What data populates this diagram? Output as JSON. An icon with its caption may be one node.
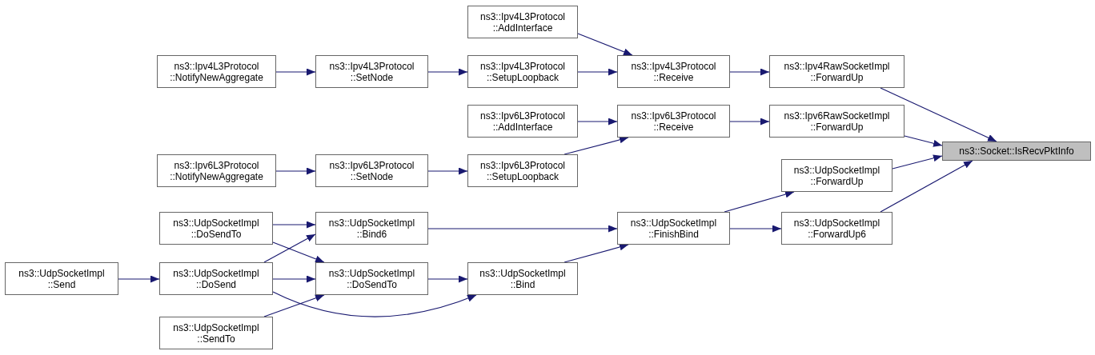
{
  "diagram": {
    "nodes": [
      {
        "text": [
          "ns3::Socket::IsRecvPktInfo"
        ]
      },
      {
        "text": [
          "ns3::Ipv4RawSocketImpl ::ForwardUp"
        ]
      },
      {
        "text": [
          "ns3::Ipv4L3Protocol ::Receive"
        ]
      },
      {
        "text": [
          "ns3::Ipv4L3Protocol ::AddInterface"
        ]
      },
      {
        "text": [
          "ns3::Ipv4L3Protocol ::SetupLoopback"
        ]
      },
      {
        "text": [
          "ns3::Ipv4L3Protocol ::SetNode"
        ]
      },
      {
        "text": [
          "ns3::Ipv4L3Protocol ::NotifyNewAggregate"
        ]
      },
      {
        "text": [
          "ns3::Ipv6RawSocketImpl ::ForwardUp"
        ]
      },
      {
        "text": [
          "ns3::Ipv6L3Protocol ::Receive"
        ]
      },
      {
        "text": [
          "ns3::Ipv6L3Protocol ::AddInterface"
        ]
      },
      {
        "text": [
          "ns3::Ipv6L3Protocol ::SetupLoopback"
        ]
      },
      {
        "text": [
          "ns3::Ipv6L3Protocol ::SetNode"
        ]
      },
      {
        "text": [
          "ns3::Ipv6L3Protocol ::NotifyNewAggregate"
        ]
      },
      {
        "text": [
          "ns3::UdpSocketImpl ::ForwardUp"
        ]
      },
      {
        "text": [
          "ns3::UdpSocketImpl ::FinishBind"
        ]
      },
      {
        "text": [
          "ns3::UdpSocketImpl ::ForwardUp6"
        ]
      },
      {
        "text": [
          "ns3::UdpSocketImpl ::Bind6"
        ]
      },
      {
        "text": [
          "ns3::UdpSocketImpl ::DoSendTo"
        ]
      },
      {
        "text": [
          "ns3::UdpSocketImpl ::Send"
        ]
      },
      {
        "text": [
          "ns3::UdpSocketImpl ::DoSend"
        ]
      },
      {
        "text": [
          "ns3::UdpSocketImpl ::DoSendTo"
        ]
      },
      {
        "text": [
          "ns3::UdpSocketImpl ::Bind"
        ]
      },
      {
        "text": [
          "ns3::UdpSocketImpl ::SendTo"
        ]
      }
    ],
    "edges": [
      {
        "from": 1,
        "to": 0,
        "arrow": "to"
      },
      {
        "from": 7,
        "to": 0,
        "arrow": "to"
      },
      {
        "from": 13,
        "to": 0,
        "arrow": "to"
      },
      {
        "from": 15,
        "to": 0,
        "arrow": "to"
      },
      {
        "from": 2,
        "to": 1,
        "arrow": "to"
      },
      {
        "from": 8,
        "to": 7,
        "arrow": "to"
      },
      {
        "from": 3,
        "to": 2,
        "arrow": "to"
      },
      {
        "from": 4,
        "to": 2,
        "arrow": "to"
      },
      {
        "from": 5,
        "to": 4,
        "arrow": "to"
      },
      {
        "from": 6,
        "to": 5,
        "arrow": "to"
      },
      {
        "from": 9,
        "to": 8,
        "arrow": "to"
      },
      {
        "from": 10,
        "to": 8,
        "arrow": "to"
      },
      {
        "from": 11,
        "to": 10,
        "arrow": "to"
      },
      {
        "from": 12,
        "to": 11,
        "arrow": "to"
      },
      {
        "from": 14,
        "to": 13,
        "arrow": "to"
      },
      {
        "from": 14,
        "to": 15,
        "arrow": "to"
      },
      {
        "from": 16,
        "to": 14,
        "arrow": "to"
      },
      {
        "from": 21,
        "to": 14,
        "arrow": "to"
      },
      {
        "from": 17,
        "to": 16,
        "arrow": "to"
      },
      {
        "from": 19,
        "to": 16,
        "arrow": "to"
      },
      {
        "from": 17,
        "to": 20,
        "arrow": "to"
      },
      {
        "from": 19,
        "to": 20,
        "arrow": "to"
      },
      {
        "from": 22,
        "to": 20,
        "arrow": "to"
      },
      {
        "from": 18,
        "to": 19,
        "arrow": "to"
      },
      {
        "from": 20,
        "to": 21,
        "arrow": "to"
      },
      {
        "from": 19,
        "to": 21,
        "arrow": "to"
      }
    ]
  }
}
